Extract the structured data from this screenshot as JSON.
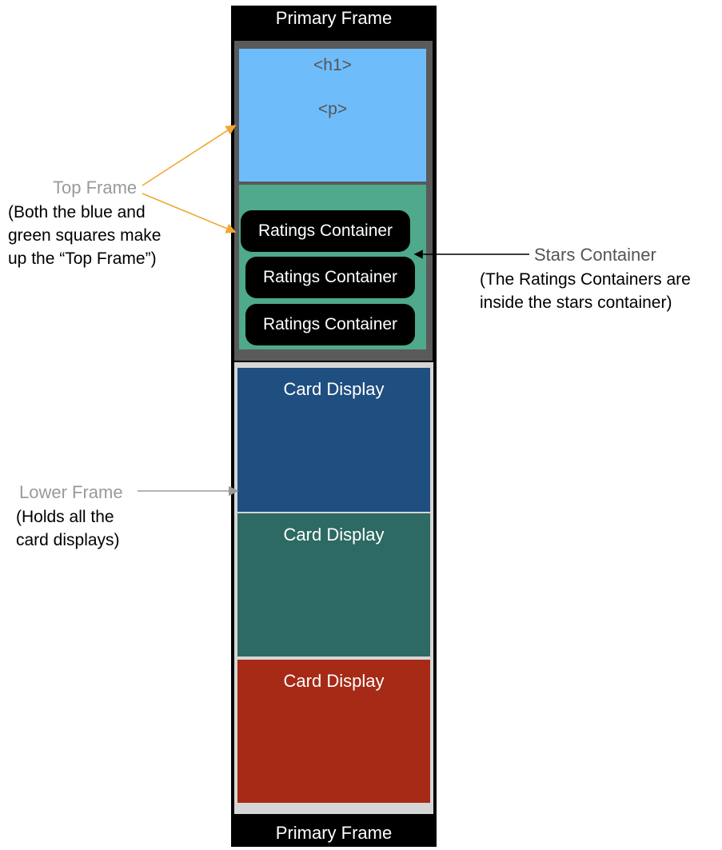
{
  "primary_frame": {
    "label_top": "Primary Frame",
    "label_bottom": "Primary Frame"
  },
  "top_frame": {
    "h1_tag": "<h1>",
    "p_tag": "<p>",
    "ratings": [
      "Ratings Container",
      "Ratings Container",
      "Ratings Container"
    ]
  },
  "lower_frame": {
    "cards": [
      {
        "label": "Card Display",
        "color": "#1f4e80"
      },
      {
        "label": "Card Display",
        "color": "#2c6a63"
      },
      {
        "label": "Card Display",
        "color": "#a62a16"
      }
    ]
  },
  "annotations": {
    "top_frame": {
      "title": "Top Frame",
      "lines": [
        "(Both the blue and",
        "green squares make",
        "up the “Top Frame”)"
      ],
      "arrow_color": "#f0a830"
    },
    "stars_container": {
      "title": "Stars Container",
      "lines": [
        "(The Ratings Containers are",
        "inside the stars container)"
      ]
    },
    "lower_frame": {
      "title": "Lower Frame",
      "lines": [
        "(Holds all the",
        "card displays)"
      ]
    }
  },
  "colors": {
    "primary": "#000000",
    "top_frame_border": "#5a5a5a",
    "blue_box": "#6fbcfa",
    "green_box": "#4fa98c",
    "lower_frame": "#d6d6d6"
  }
}
